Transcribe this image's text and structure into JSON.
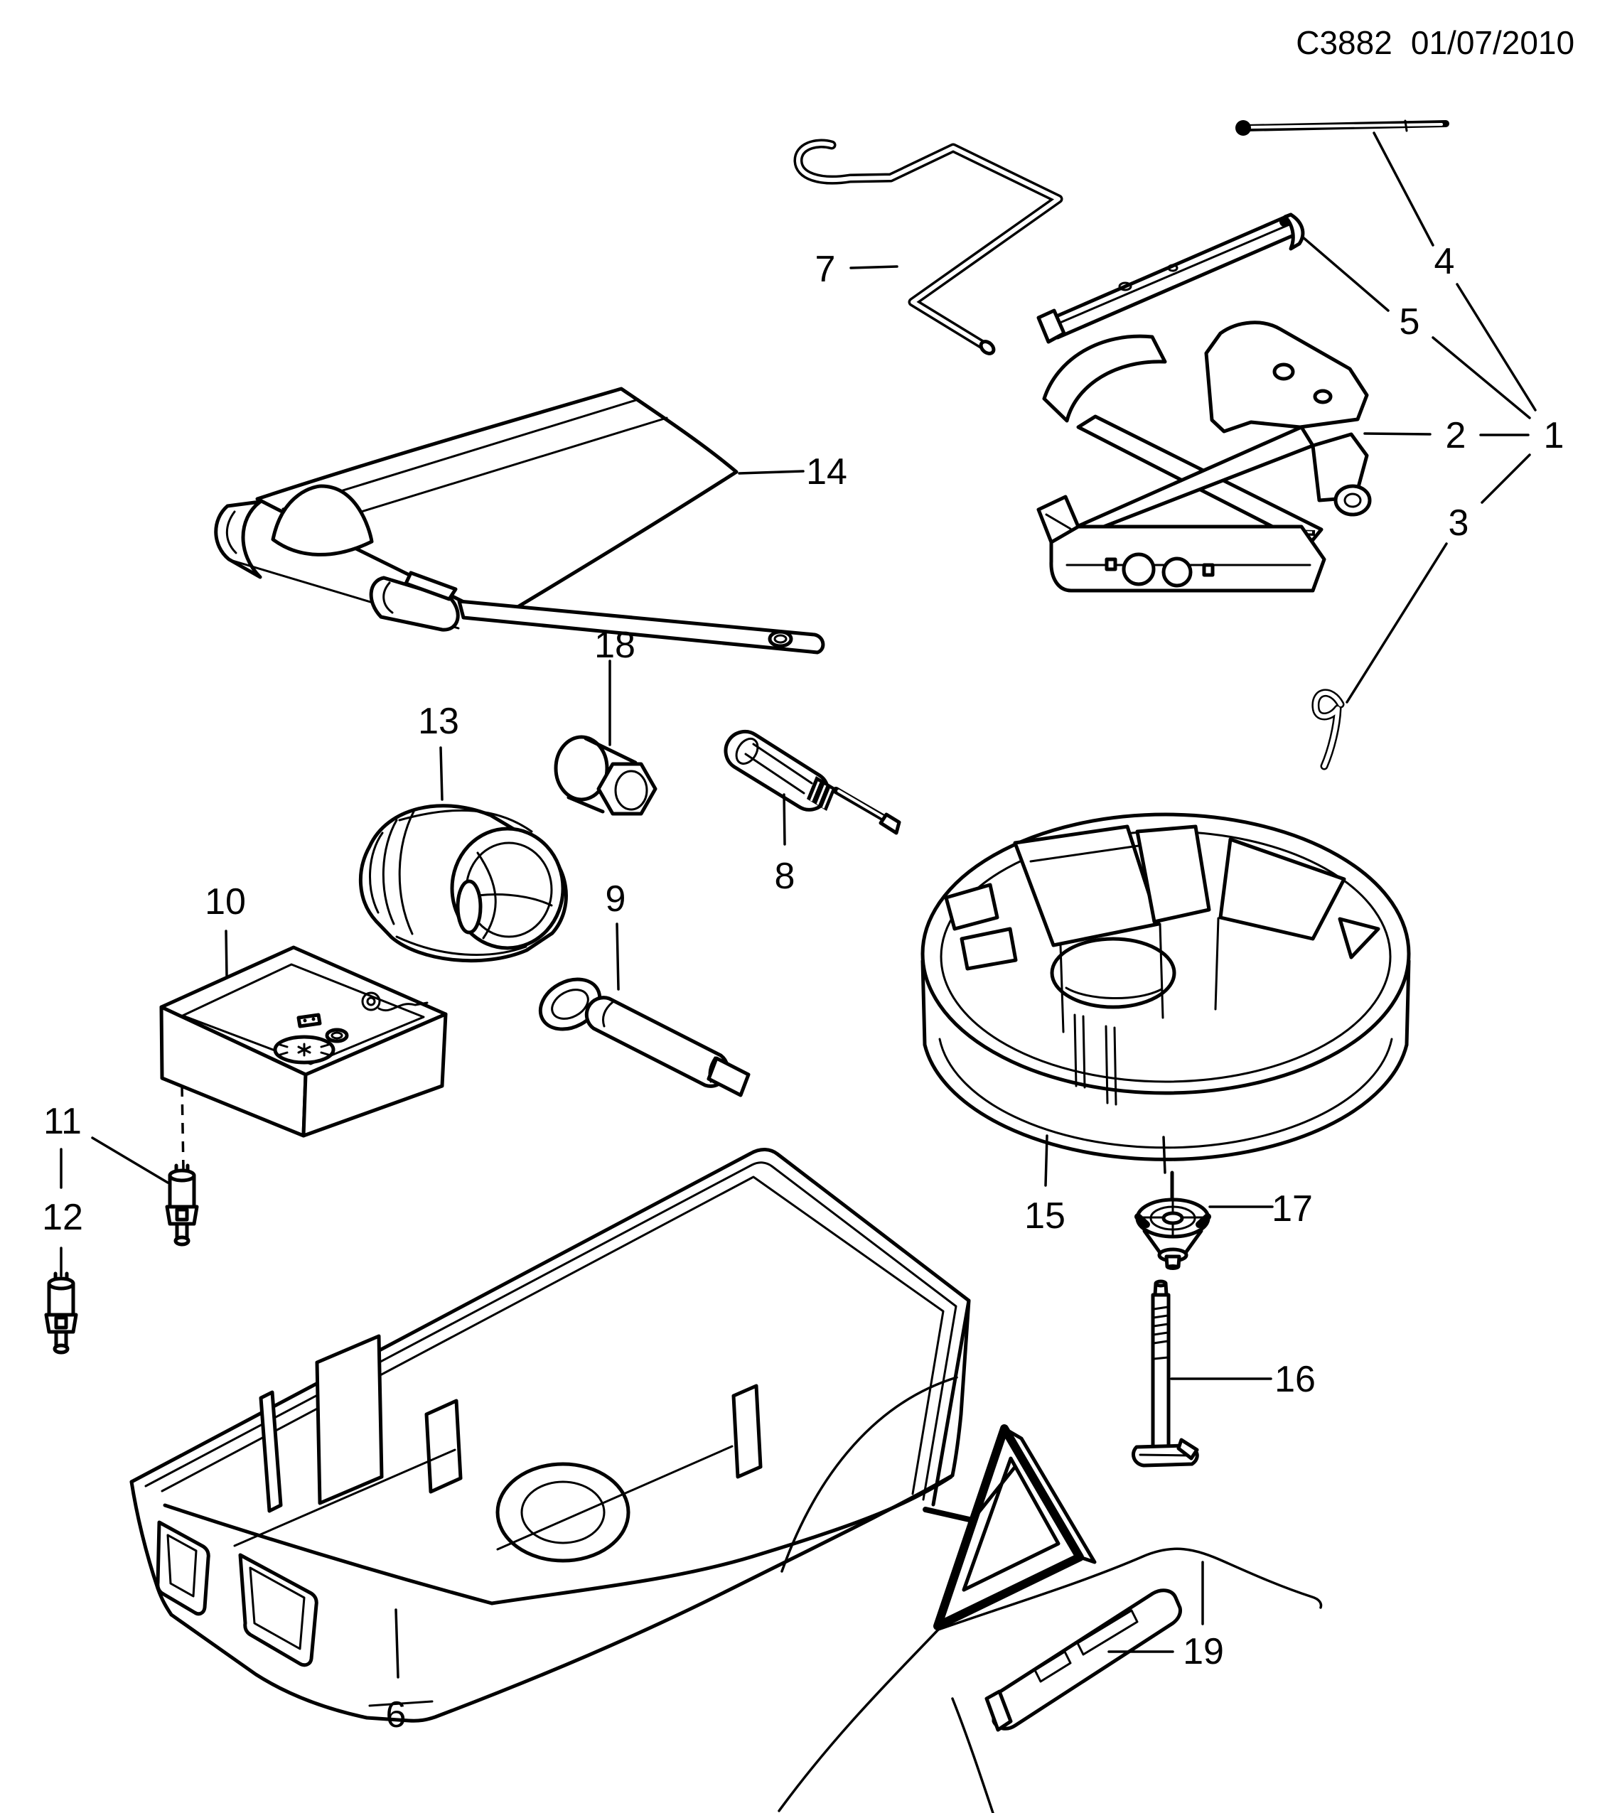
{
  "header": {
    "drawing_code": "C3882",
    "date": "01/07/2010"
  },
  "callouts": {
    "c1": "1",
    "c2": "2",
    "c3": "3",
    "c4": "4",
    "c5": "5",
    "c6": "6",
    "c7": "7",
    "c8": "8",
    "c9": "9",
    "c10": "10",
    "c11": "11",
    "c12": "12",
    "c13": "13",
    "c14": "14",
    "c15": "15",
    "c16": "16",
    "c17": "17",
    "c18": "18",
    "c19": "19"
  },
  "colors": {
    "line": "#000000",
    "background": "#ffffff"
  }
}
